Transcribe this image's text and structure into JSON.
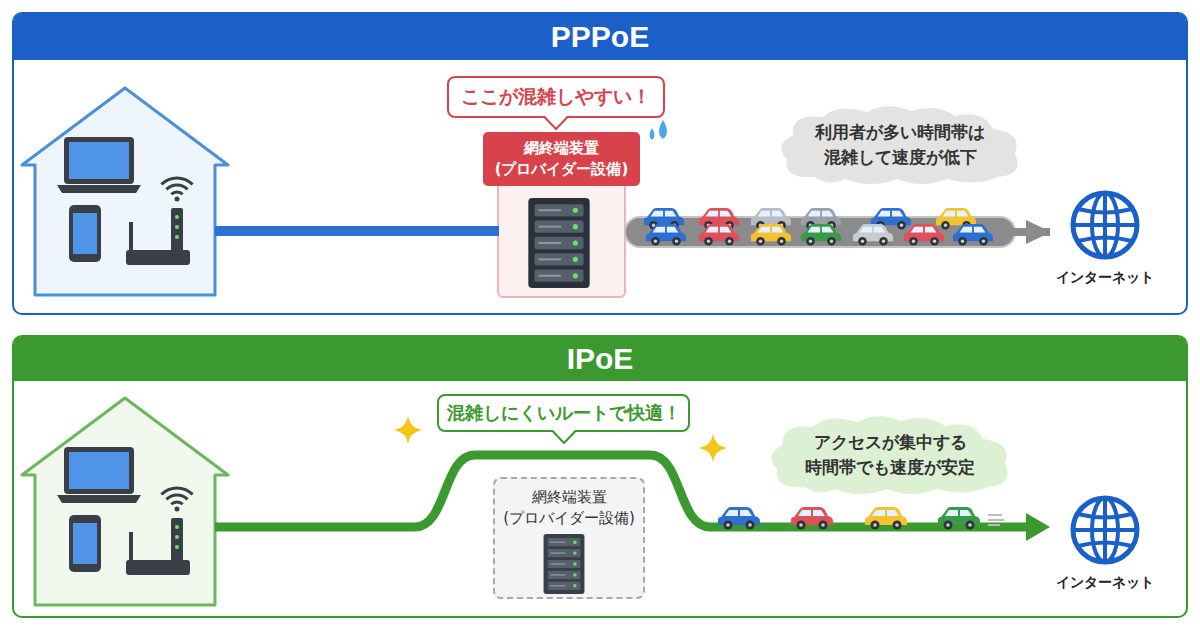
{
  "diagram": {
    "nodes": [
      {
        "text": [
          "PPPoE"
        ]
      },
      {
        "text": [
          "ここが混雑しやすい！"
        ],
        "in": 0
      },
      {
        "text": [
          "網終端装置 (プロバイダー設備)"
        ],
        "in": 0
      },
      {
        "text": [
          "利用者が多い時間帯は 混雑して速度が低下"
        ],
        "in": 0
      },
      {
        "text": [
          "インターネット"
        ],
        "in": 0
      },
      {
        "text": [
          "IPoE"
        ]
      },
      {
        "text": [
          "混雑しにくいルートで快適！"
        ],
        "in": 5
      },
      {
        "text": [
          "網終端装置 (プロバイダー設備)"
        ],
        "in": 5
      },
      {
        "text": [
          "アクセスが集中する 時間帯でも速度が安定"
        ],
        "in": 5
      },
      {
        "text": [
          "インターネット"
        ],
        "in": 5
      }
    ],
    "edges": [
      {
        "from": 2,
        "to": 4,
        "arrow": "to"
      }
    ]
  }
}
